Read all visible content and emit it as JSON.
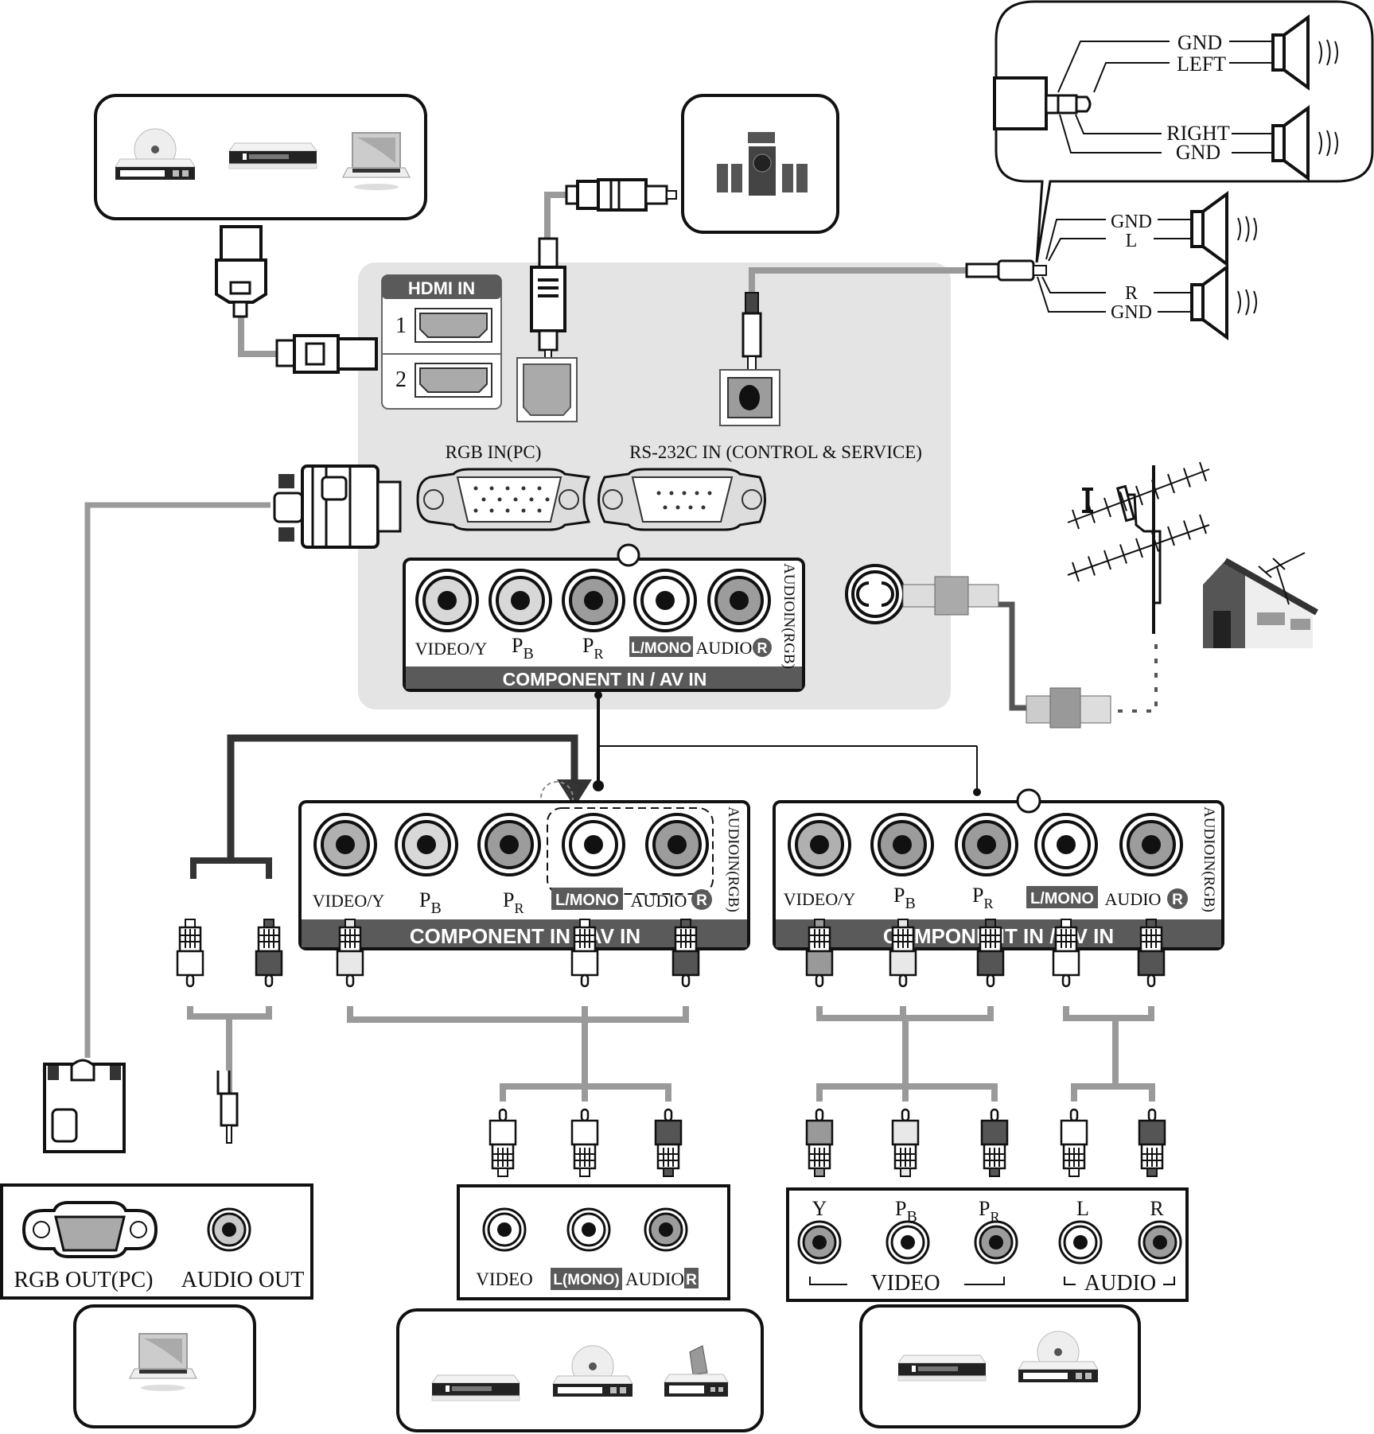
{
  "title": "TV rear panel connection diagram",
  "colors": {
    "panel_bg": "#e4e4e4",
    "cable": "#9a9a9a",
    "cable_dark": "#555555",
    "jack_light": "#d8d8d8",
    "jack_mid": "#9c9c9c",
    "jack_white": "#ffffff",
    "band": "#5a5a5a",
    "outline": "#111111"
  },
  "devices": {
    "hdmi_sources": [
      "dvd-player-icon",
      "set-top-box-icon",
      "laptop-icon"
    ],
    "speaker_system": "home-theater-speakers-icon",
    "pc": "laptop-icon",
    "av_sources": [
      "vcr-icon",
      "dvd-player-icon",
      "camcorder-icon"
    ],
    "component_sources": [
      "set-top-box-icon",
      "dvd-player-icon"
    ],
    "antenna": "antenna-icon",
    "house": "house-icon"
  },
  "tv_panel": {
    "hdmi": {
      "header": "HDMI IN",
      "ports": [
        "1",
        "2"
      ]
    },
    "optical_out": "optical-audio-port",
    "earphone": "headphone-jack",
    "rgb_label": "RGB IN(PC)",
    "rs232_label": "RS-232C IN (CONTROL & SERVICE)",
    "antenna_in": "rf-antenna-port",
    "component": {
      "labels": [
        "VIDEO/Y",
        "P",
        "P",
        "L/MONO",
        "AUDIO",
        "R"
      ],
      "pb_sub": "B",
      "pr_sub": "R",
      "side_label": "AUDIOIN(RGB)",
      "band": "COMPONENT IN / AV IN"
    }
  },
  "callout_speakers": {
    "top": [
      "GND",
      "LEFT"
    ],
    "bottom": [
      "RIGHT",
      "GND"
    ]
  },
  "speakers_small": {
    "top": [
      "GND",
      "L"
    ],
    "bottom": [
      "R",
      "GND"
    ]
  },
  "expanded_left": {
    "labels": [
      "VIDEO/Y",
      "P",
      "P",
      "L/MONO",
      "AUDIO",
      "R"
    ],
    "pb_sub": "B",
    "pr_sub": "R",
    "side_label": "AUDIOIN(RGB)",
    "band": "COMPONENT IN / AV IN"
  },
  "expanded_right": {
    "labels": [
      "VIDEO/Y",
      "P",
      "P",
      "L/MONO",
      "AUDIO",
      "R"
    ],
    "pb_sub": "B",
    "pr_sub": "R",
    "side_label": "AUDIOIN(RGB)",
    "band": "COMPONENT IN / AV IN"
  },
  "pc_out": {
    "rgb_label": "RGB OUT(PC)",
    "audio_label": "AUDIO OUT"
  },
  "av_out": {
    "video": "VIDEO",
    "lmono": "L(MONO)",
    "audio": "AUDIO",
    "r": "R"
  },
  "component_out": {
    "y": "Y",
    "pb": "P",
    "pb_sub": "B",
    "pr": "P",
    "pr_sub": "R",
    "l": "L",
    "r": "R",
    "video_group": "VIDEO",
    "audio_group": "AUDIO"
  }
}
